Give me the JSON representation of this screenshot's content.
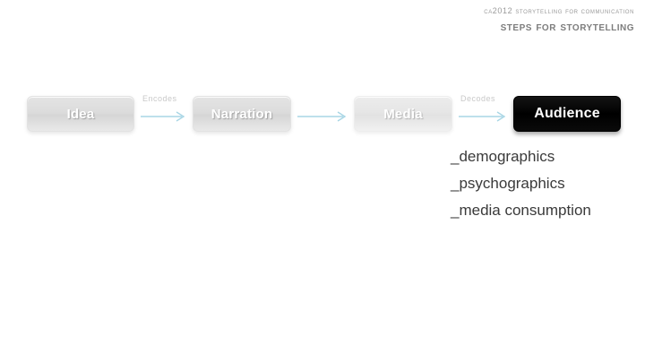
{
  "header": {
    "course": "CA2012 Storytelling for Communication",
    "title": "Steps for Storytelling"
  },
  "diagram": {
    "type": "process-flow",
    "nodes": [
      {
        "id": "idea",
        "label": "Idea",
        "style": "light"
      },
      {
        "id": "narration",
        "label": "Narration",
        "style": "light"
      },
      {
        "id": "media",
        "label": "Media",
        "style": "pale"
      },
      {
        "id": "audience",
        "label": "Audience",
        "style": "dark"
      }
    ],
    "connectors": [
      {
        "id": "c1",
        "label": "Encodes",
        "from": "idea",
        "to": "narration"
      },
      {
        "id": "c2",
        "label": "",
        "from": "narration",
        "to": "media"
      },
      {
        "id": "c3",
        "label": "Decodes",
        "from": "media",
        "to": "audience"
      }
    ],
    "arrow_color": "#a9d6e5"
  },
  "audience_details": {
    "items": [
      "_demographics",
      "_psychographics",
      "_media consumption"
    ]
  },
  "colors": {
    "header_course": "#9a9a9a",
    "header_title": "#7d7d7d",
    "chip_light": "#dcdcdc",
    "chip_dark": "#000000",
    "arrow": "#a9d6e5",
    "body_text": "#3a3a3a",
    "background": "#ffffff"
  }
}
